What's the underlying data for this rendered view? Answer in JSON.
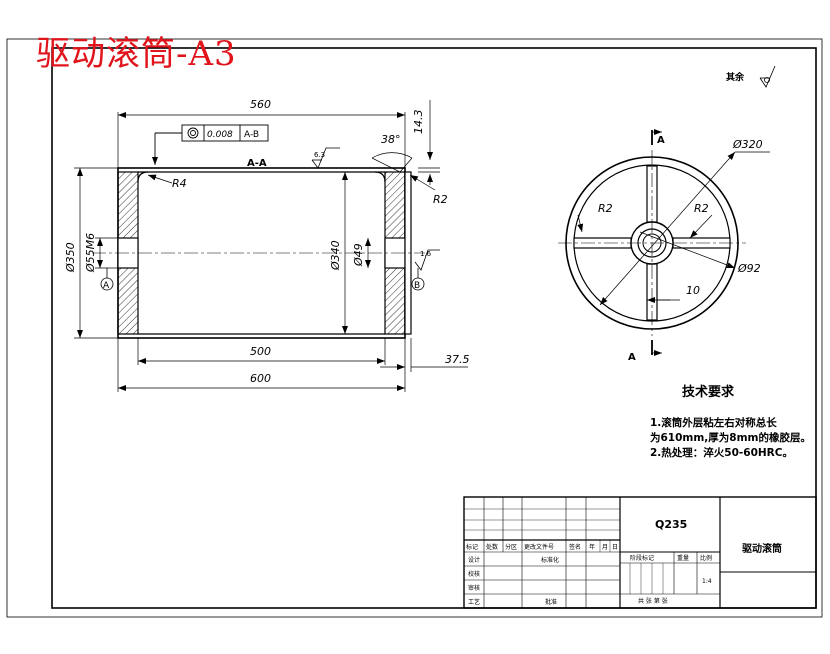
{
  "title": "驱动滚筒-A3",
  "roughness_other": "其余",
  "section_label": "A-A",
  "tolerance": {
    "value": "0.008",
    "datum": "A-B"
  },
  "dims": {
    "len_560": "560",
    "len_500": "500",
    "len_600": "600",
    "len_37_5": "37.5",
    "angle_38": "38°",
    "len_14_3": "14.3",
    "r4": "R4",
    "r2": "R2",
    "d350": "Ø350",
    "d55m6": "Ø55M6",
    "d340": "Ø340",
    "d49": "Ø49",
    "rough_6_3": "6.3",
    "rough_1_6": "1.6",
    "datum_a": "A",
    "datum_b": "B",
    "sec_a": "A",
    "d320": "Ø320",
    "r2_left": "R2",
    "r2_right": "R2",
    "d92": "Ø92",
    "len_10": "10"
  },
  "tech": {
    "title": "技术要求",
    "line1": "1.滚筒外层粘左右对称总长",
    "line2": "为610mm,厚为8mm的橡胶层。",
    "line3": "2.热处理：淬火50-60HRC。"
  },
  "title_block": {
    "material": "Q235",
    "part_name": "驱动滚筒",
    "h_mark": "标记",
    "h_qty": "处数",
    "h_zone": "分区",
    "h_doc": "更改文件号",
    "h_sign": "签名",
    "h_year": "年",
    "h_month": "月",
    "h_day": "日",
    "design": "设计",
    "standard": "标准化",
    "check": "校核",
    "review": "审核",
    "process": "工艺",
    "approve": "批准",
    "stage": "阶段标记",
    "weight": "重量",
    "scale": "比例",
    "scale_val": "1:4",
    "sheets": "共 张  第 张"
  }
}
